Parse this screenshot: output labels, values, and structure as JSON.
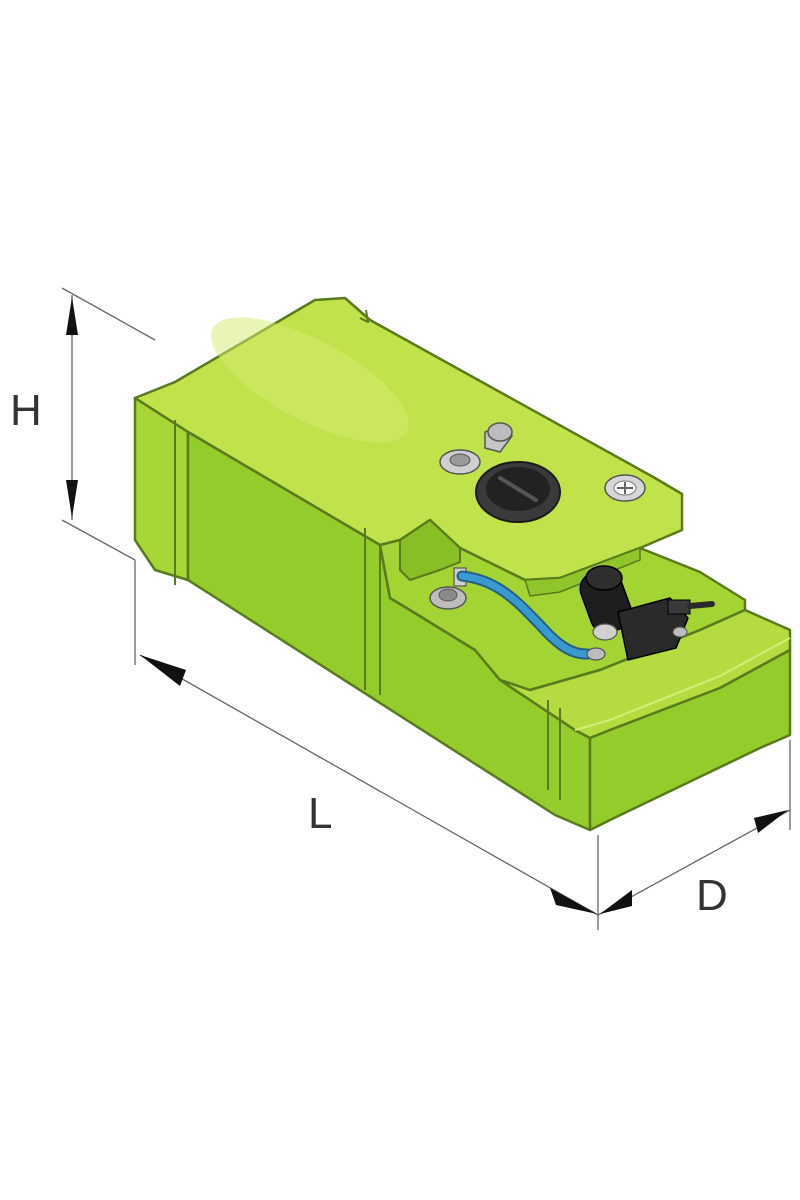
{
  "dimensions": {
    "height_label": "H",
    "length_label": "L",
    "depth_label": "D"
  },
  "colors": {
    "tank_top": "#c0e24a",
    "tank_front": "#94cc2c",
    "tank_side": "#a8d636",
    "tank_outline": "#5a7a1e",
    "hose": "#3a9ad0",
    "pump": "#1e1e1e",
    "fitting": "#b8b8b8",
    "dimension_line": "#666666"
  },
  "icons": {
    "cap": "round-screw-cap-icon",
    "pump": "water-pump-icon",
    "fittings": "hose-fitting-icon"
  }
}
